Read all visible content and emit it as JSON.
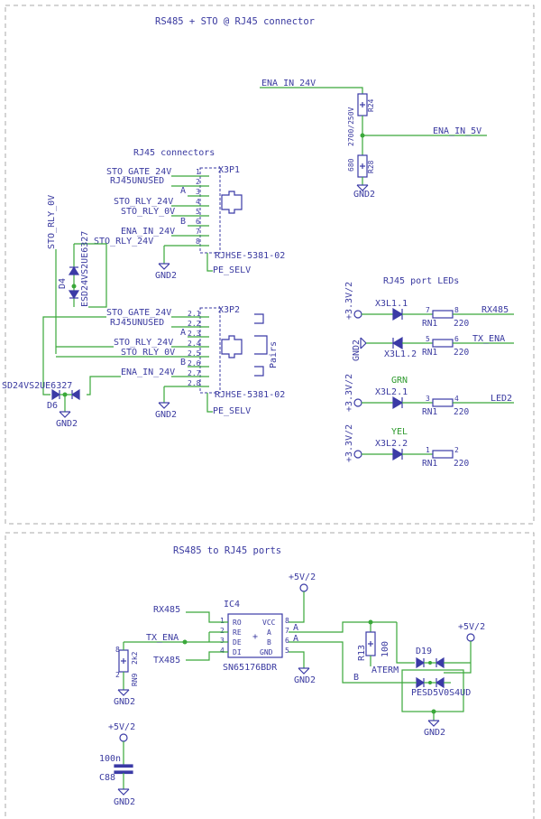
{
  "sections": {
    "top_title": "RS485 + STO @ RJ45 connector",
    "bottom_title": "RS485 to RJ45 ports",
    "rj45_connectors": "RJ45 connectors",
    "rj45_port_leds": "RJ45 port LEDs"
  },
  "nets": {
    "ena_in_24v": "ENA_IN_24V",
    "ena_in_5v": "ENA_IN_5V",
    "sto_gate_24v": "STO_GATE_24V",
    "rj45unused": "RJ45UNUSED",
    "a": "A",
    "sto_rly_24v": "STO_RLY_24V",
    "sto_rly_0v": "STO_RLY_0V",
    "b": "B",
    "pe_selv": "PE_SELV",
    "gnd2": "GND2",
    "p3v3": "+3.3V/2",
    "p5v": "+5V/2",
    "rx485": "RX485",
    "tx_ena": "TX_ENA",
    "tx485": "TX485",
    "led2": "LED2",
    "pairs": "Pairs"
  },
  "components": {
    "r24_value": "2700/250V",
    "r24_ref": "R24",
    "r28_value": "680",
    "r28_ref": "R28",
    "x3p1": "X3P1",
    "x3p2": "X3P2",
    "rjhse": "RJHSE-5381-02",
    "d4_ref": "D4",
    "d4_part": "ESD24VS2UE6327",
    "d6_ref": "D6",
    "d6_part": "SD24VS2UE6327",
    "x3l1_1": "X3L1.1",
    "x3l1_2": "X3L1.2",
    "x3l2_1": "X3L2.1",
    "x3l2_2": "X3L2.2",
    "rn1": "RN1",
    "r220": "220",
    "grn": "GRN",
    "yel": "YEL",
    "ic4": "IC4",
    "ic4_part": "SN65176BDR",
    "rn9": "RN9",
    "rn9_value": "2k2",
    "r13": "R13",
    "r13_value": "100",
    "aterm": "ATERM",
    "d19": "D19",
    "d19_part": "PESD5V0S4UD",
    "c88": "C88",
    "c88_value": "100n"
  },
  "connector_pins": {
    "x3p1": [
      "1",
      "2",
      "3",
      "4",
      "5",
      "6",
      "7",
      "8"
    ],
    "x3p2": [
      "2.1",
      "2.2",
      "2.3",
      "2.4",
      "2.5",
      "2.6",
      "2.7",
      "2.8"
    ]
  },
  "ic_pins": {
    "left_numbers": [
      "1",
      "2",
      "3",
      "4"
    ],
    "left_names": [
      "RO",
      "RE",
      "DE",
      "DI"
    ],
    "right_numbers": [
      "8",
      "7",
      "6",
      "5"
    ],
    "right_names": [
      "VCC",
      "A",
      "B",
      "GND"
    ]
  },
  "rn_pins": {
    "led1": [
      "7",
      "8"
    ],
    "led2": [
      "5",
      "6"
    ],
    "led3": [
      "3",
      "4"
    ],
    "led4": [
      "1",
      "2"
    ],
    "rn9": [
      "8",
      "2"
    ]
  }
}
